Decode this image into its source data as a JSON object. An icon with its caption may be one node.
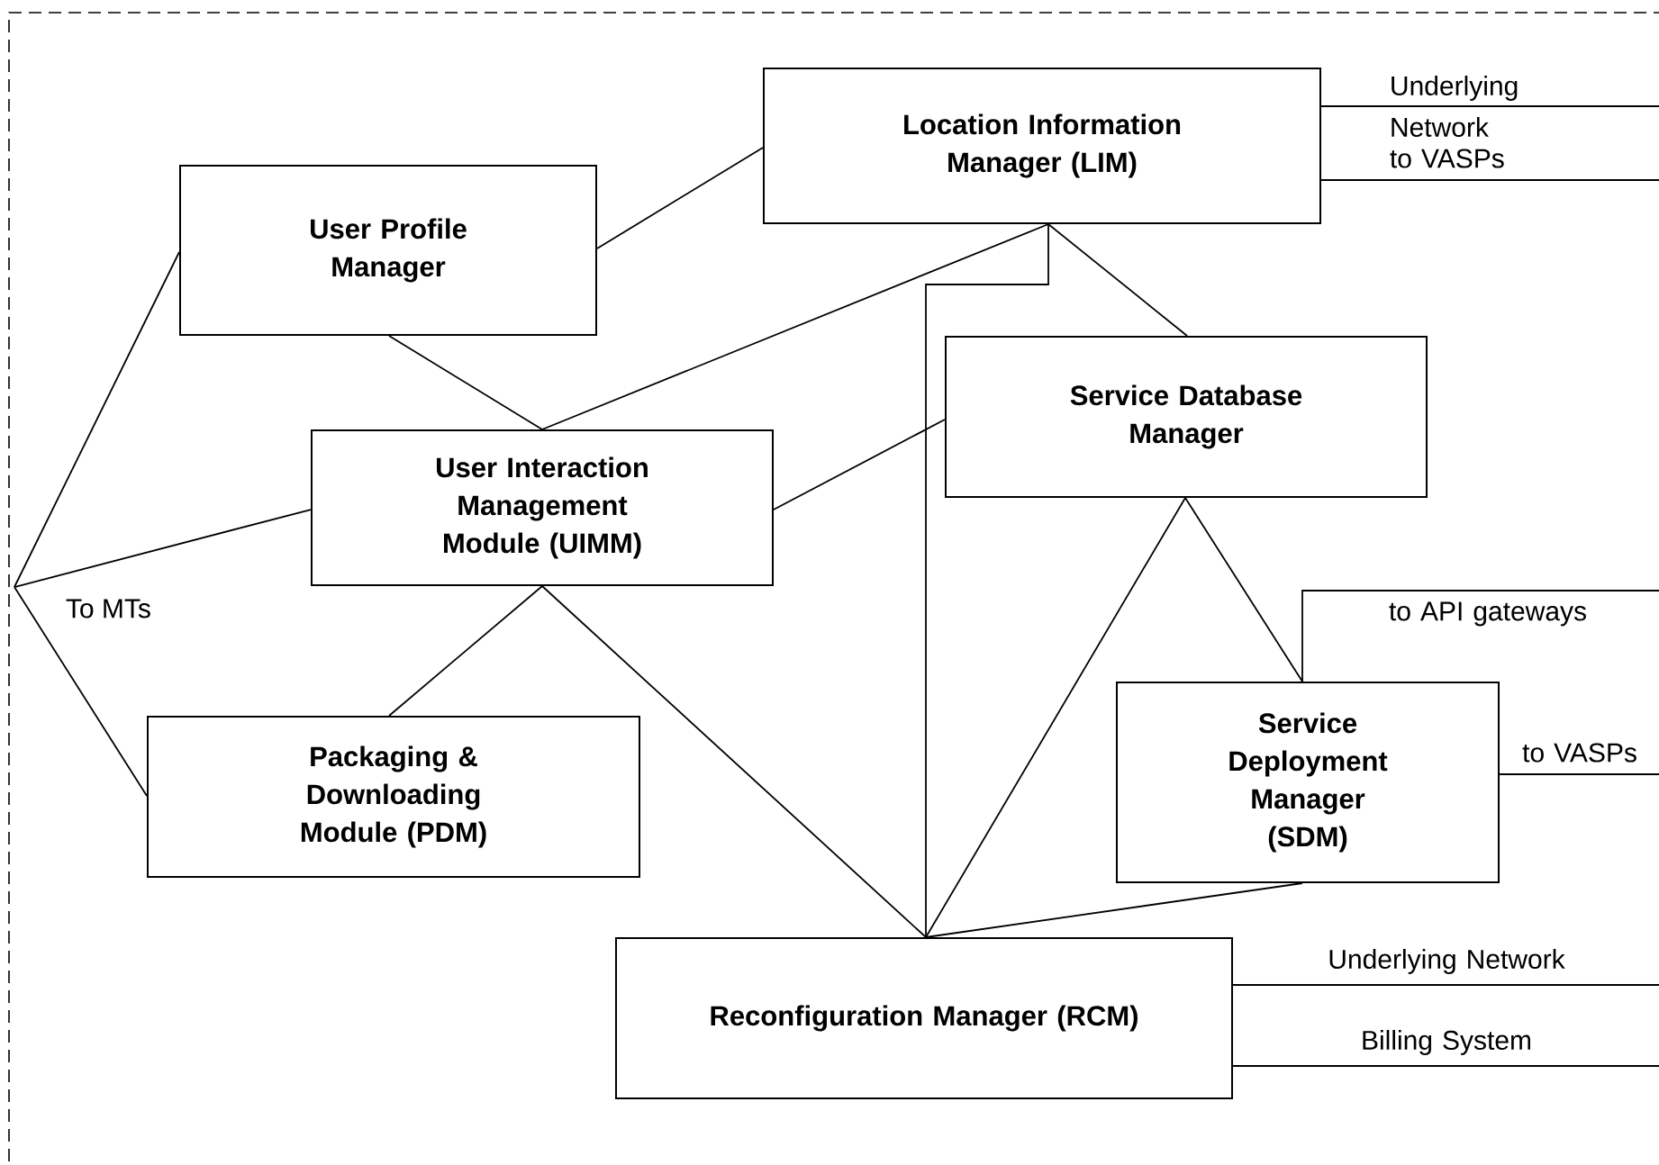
{
  "diagram": {
    "nodes": [
      {
        "text": [
          "Location Information Manager (LIM)"
        ]
      },
      {
        "text": [
          "User Profile Manager"
        ]
      },
      {
        "text": [
          "User Interaction Management Module (UIMM)"
        ]
      },
      {
        "text": [
          "Service Database Manager"
        ]
      },
      {
        "text": [
          "Packaging & Downloading Module (PDM)"
        ]
      },
      {
        "text": [
          "Service Deployment Manager (SDM)"
        ]
      },
      {
        "text": [
          "Reconfiguration Manager (RCM)"
        ]
      },
      {
        "text": [
          "To MTs"
        ]
      }
    ],
    "edges": [
      {
        "from": 1,
        "to": 0,
        "arrow": "none"
      },
      {
        "from": 0,
        "to": 2,
        "arrow": "none"
      },
      {
        "from": 0,
        "to": 6,
        "arrow": "none"
      },
      {
        "from": 0,
        "to": 3,
        "arrow": "none"
      },
      {
        "from": 1,
        "to": 2,
        "arrow": "none"
      },
      {
        "from": 2,
        "to": 3,
        "arrow": "none"
      },
      {
        "from": 2,
        "to": 4,
        "arrow": "none"
      },
      {
        "from": 2,
        "to": 6,
        "arrow": "none"
      },
      {
        "from": 3,
        "to": 6,
        "arrow": "none"
      },
      {
        "from": 3,
        "to": 5,
        "arrow": "none"
      },
      {
        "from": 5,
        "to": 6,
        "arrow": "none"
      },
      {
        "from": 1,
        "to": 7,
        "arrow": "none"
      },
      {
        "from": 2,
        "to": 7,
        "arrow": "none"
      },
      {
        "from": 4,
        "to": 7,
        "arrow": "none"
      },
      {
        "from": 0,
        "to": null,
        "arrow": "none",
        "label": "Underlying Network"
      },
      {
        "from": 0,
        "to": null,
        "arrow": "none",
        "label": "to VASPs"
      },
      {
        "from": 5,
        "to": null,
        "arrow": "none",
        "label": "to API gateways"
      },
      {
        "from": 5,
        "to": null,
        "arrow": "none",
        "label": "to VASPs"
      },
      {
        "from": 6,
        "to": null,
        "arrow": "none",
        "label": "Underlying Network"
      },
      {
        "from": 6,
        "to": null,
        "arrow": "none",
        "label": "Billing System"
      }
    ]
  }
}
